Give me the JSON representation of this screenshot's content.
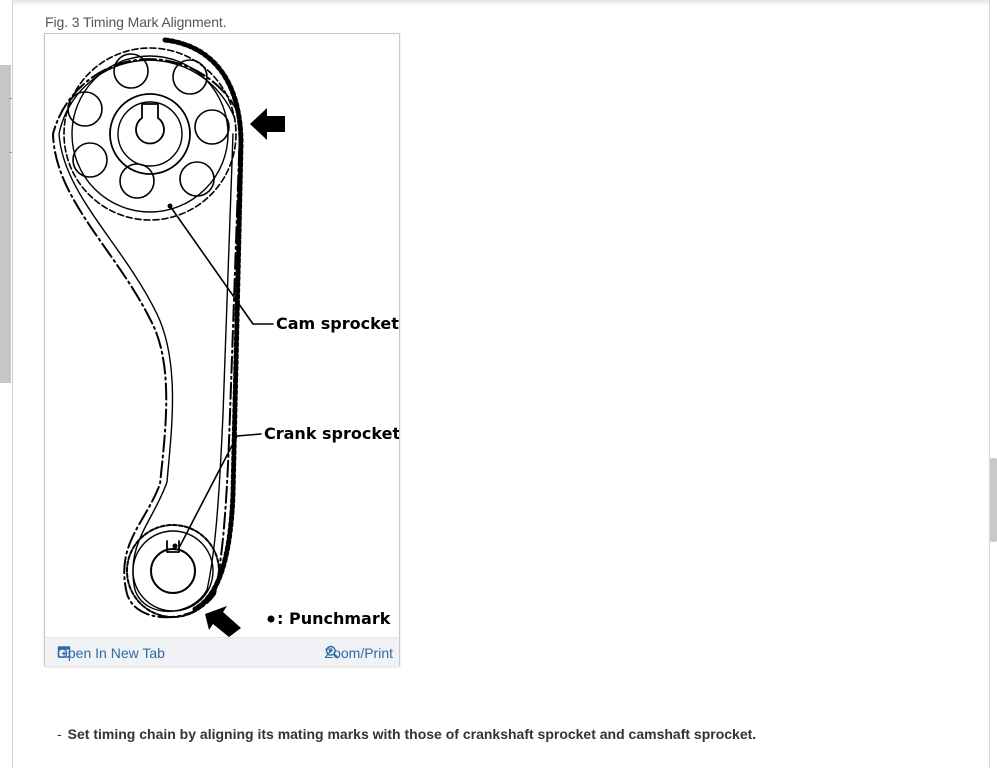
{
  "figure": {
    "caption": "Fig. 3 Timing Mark Alignment.",
    "labels": {
      "cam": "Cam sprocket",
      "crank": "Crank sprocket",
      "punch": ": Punchmark"
    }
  },
  "toolbar": {
    "open_label": "Open In New Tab",
    "zoom_label": "Zoom/Print",
    "open_icon": "open-new-tab-icon",
    "zoom_icon": "magnifier-icon",
    "link_color": "#2d6aa6"
  },
  "instruction": {
    "marker": "-",
    "text": "Set timing chain by aligning its mating marks with those of crankshaft sprocket and camshaft sprocket."
  }
}
